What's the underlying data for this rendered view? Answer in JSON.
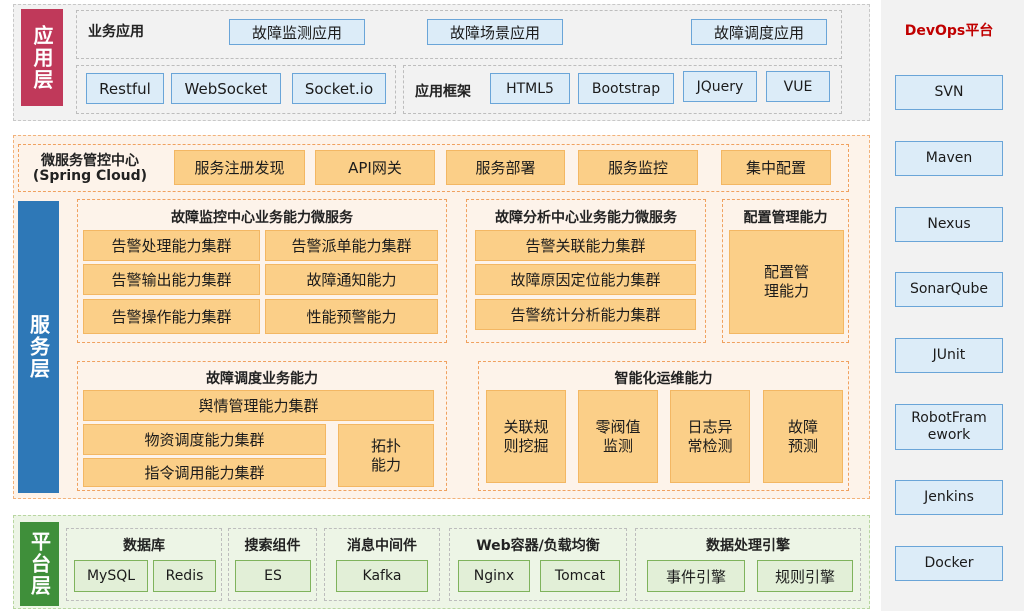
{
  "app_layer": {
    "label": "应用层",
    "business_apps": {
      "heading": "业务应用",
      "items": [
        "故障监测应用",
        "故障场景应用",
        "故障调度应用"
      ]
    },
    "protocols": [
      "Restful",
      "WebSocket",
      "Socket.io"
    ],
    "frameworks": {
      "heading": "应用框架",
      "items": [
        "HTML5",
        "Bootstrap",
        "JQuery",
        "VUE"
      ]
    }
  },
  "service_layer": {
    "label": "服务层",
    "mgmt_center": {
      "title": "微服务管控中心",
      "subtitle": "(Spring Cloud)",
      "items": [
        "服务注册发现",
        "API网关",
        "服务部署",
        "服务监控",
        "集中配置"
      ]
    },
    "fault_monitor": {
      "heading": "故障监控中心业务能力微服务",
      "items": [
        "告警处理能力集群",
        "告警派单能力集群",
        "告警输出能力集群",
        "故障通知能力",
        "告警操作能力集群",
        "性能预警能力"
      ]
    },
    "fault_analysis": {
      "heading": "故障分析中心业务能力微服务",
      "items": [
        "告警关联能力集群",
        "故障原因定位能力集群",
        "告警统计分析能力集群"
      ]
    },
    "config_mgmt": {
      "heading": "配置管理能力",
      "item": "配置管\n理能力"
    },
    "fault_dispatch": {
      "heading": "故障调度业务能力",
      "items": [
        "舆情管理能力集群",
        "物资调度能力集群",
        "指令调用能力集群"
      ],
      "side_item": "拓扑\n能力"
    },
    "smart_ops": {
      "heading": "智能化运维能力",
      "items": [
        "关联规\n则挖掘",
        "零阀值\n监测",
        "日志异\n常检测",
        "故障\n预测"
      ]
    }
  },
  "platform_layer": {
    "label": "平台层",
    "groups": [
      {
        "heading": "数据库",
        "items": [
          "MySQL",
          "Redis"
        ]
      },
      {
        "heading": "搜索组件",
        "items": [
          "ES"
        ]
      },
      {
        "heading": "消息中间件",
        "items": [
          "Kafka"
        ]
      },
      {
        "heading": "Web容器/负载均衡",
        "items": [
          "Nginx",
          "Tomcat"
        ]
      },
      {
        "heading": "数据处理引擎",
        "items": [
          "事件引擎",
          "规则引擎"
        ]
      }
    ]
  },
  "devops": {
    "title": "DevOps平台",
    "items": [
      "SVN",
      "Maven",
      "Nexus",
      "SonarQube",
      "JUnit",
      "RobotFram\nework",
      "Jenkins",
      "Docker"
    ]
  },
  "colors": {
    "app_label": "#c0395a",
    "service_label": "#2e78b7",
    "platform_label": "#3f8f3a",
    "devops_title": "#c00000"
  }
}
